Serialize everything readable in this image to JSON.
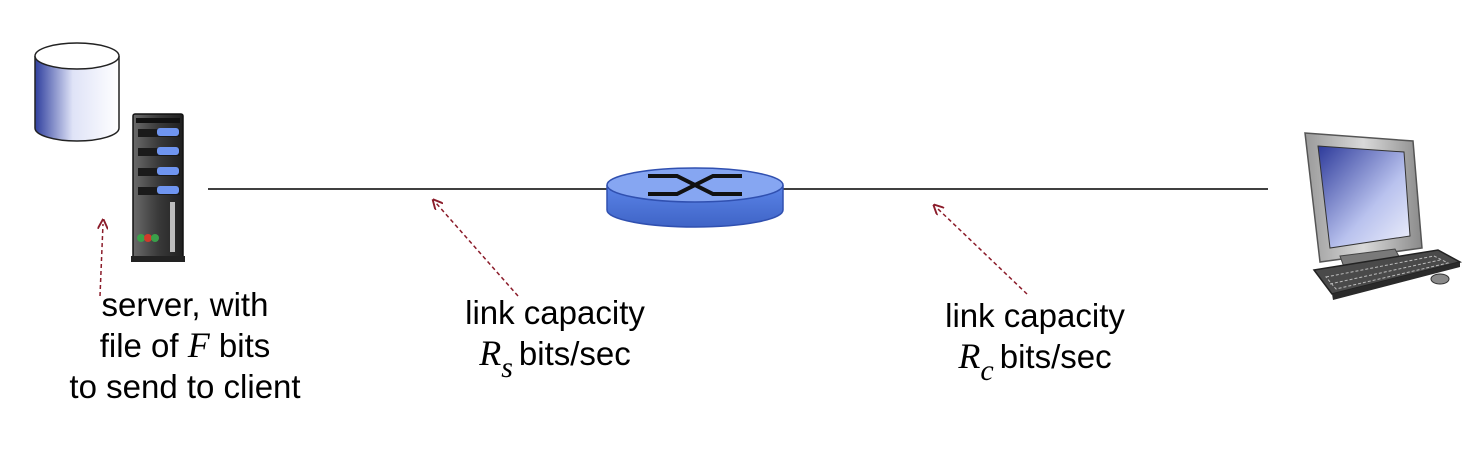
{
  "server": {
    "line1": "server, with",
    "line2_prefix": "file of",
    "variable": "F",
    "line2_suffix": "bits",
    "line3": "to send to client"
  },
  "server_link": {
    "line1": "link capacity",
    "variable": "R",
    "subscript": "s",
    "unit": "bits/sec"
  },
  "client_link": {
    "line1": "link capacity",
    "variable": "R",
    "subscript": "c",
    "unit": "bits/sec"
  },
  "colors": {
    "arrow": "#8b1c2a",
    "router": "#5b84e8",
    "disk": "#3c4fb0"
  },
  "icons": [
    "database-icon",
    "server-icon",
    "router-icon",
    "computer-icon"
  ]
}
